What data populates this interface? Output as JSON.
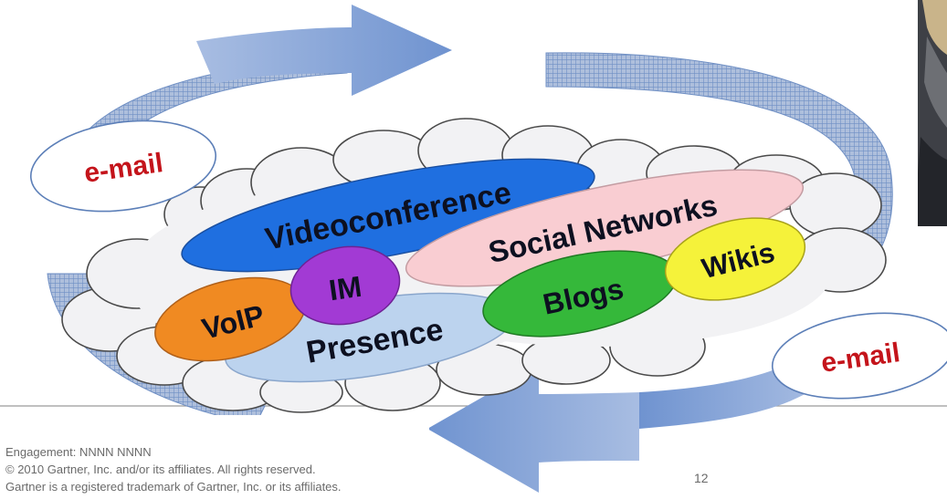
{
  "diagram": {
    "labels": {
      "videoconference": "Videoconference",
      "social_networks": "Social Networks",
      "wikis": "Wikis",
      "blogs": "Blogs",
      "im": "IM",
      "voip": "VoIP",
      "presence": "Presence",
      "email_left": "e-mail",
      "email_right": "e-mail"
    },
    "colors": {
      "arrow": "#7396d2",
      "arrow_hatch": "#8ea7cf",
      "cloud_fill": "#f2f2f4",
      "cloud_stroke": "#4a4a4a",
      "videoconference": "#1f6fe0",
      "social_networks": "#f9cdd2",
      "wikis": "#f5f23a",
      "blogs": "#35b83a",
      "im": "#a23ad4",
      "voip": "#f08a22",
      "presence": "#bcd3ee",
      "email_text": "#c4141b",
      "email_border": "#5c7fb8"
    }
  },
  "footer": {
    "line1": "Engagement: NNNN NNNN",
    "line2": "© 2010 Gartner, Inc. and/or its affiliates. All rights reserved.",
    "line3": "Gartner is a registered trademark of Gartner, Inc. or its affiliates.",
    "page_number": "12"
  }
}
